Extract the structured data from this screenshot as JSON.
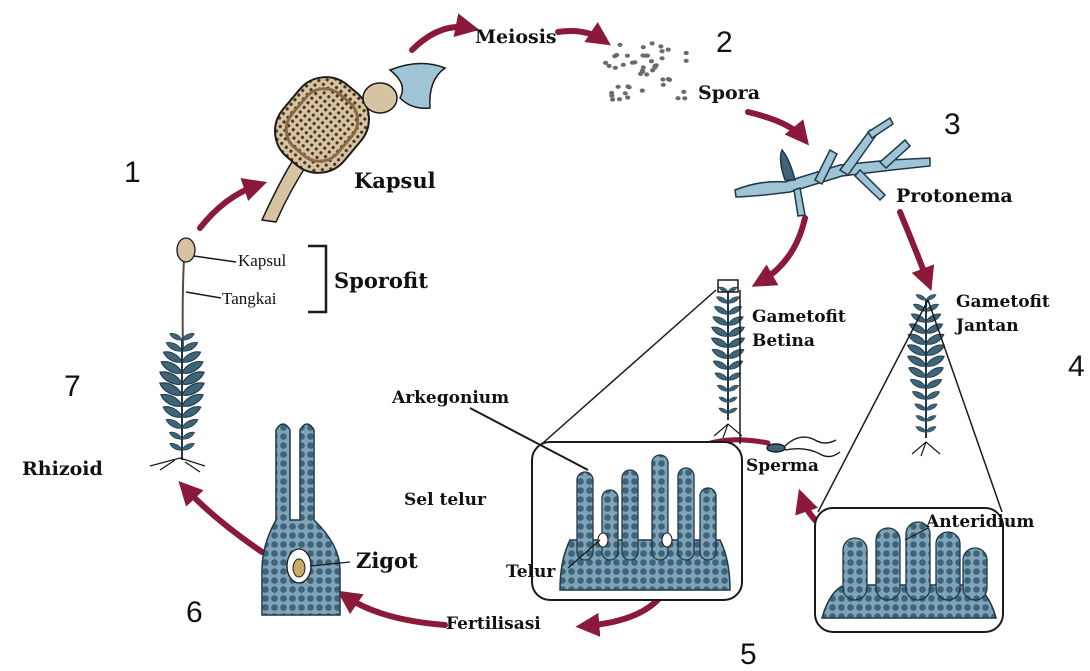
{
  "colors": {
    "arrow": "#8b1a3a",
    "plant": "#3f6478",
    "plant_light": "#7fa3b8",
    "capsule": "#8a6a45",
    "capsule_light": "#d6c3a1",
    "spore": "#6b6b6b",
    "outline": "#1a1a1a"
  },
  "steps": {
    "s1": "1",
    "s2": "2",
    "s3": "3",
    "s4": "4",
    "s5": "5",
    "s6": "6",
    "s7": "7"
  },
  "labels": {
    "meiosis": "Meiosis",
    "spora": "Spora",
    "kapsul_big": "Kapsul",
    "protonema": "Protonema",
    "kapsul_small": "Kapsul",
    "tangkai": "Tangkai",
    "sporofit": "Sporofit",
    "gametofit_betina_1": "Gametofit",
    "gametofit_betina_2": "Betina",
    "gametofit_jantan_1": "Gametofit",
    "gametofit_jantan_2": "Jantan",
    "arkegonium": "Arkegonium",
    "sel_telur": "Sel telur",
    "sperma": "Sperma",
    "anteridium": "Anteridium",
    "telur": "Telur",
    "zigot": "Zigot",
    "fertilisasi": "Fertilisasi",
    "rhizoid": "Rhizoid"
  }
}
